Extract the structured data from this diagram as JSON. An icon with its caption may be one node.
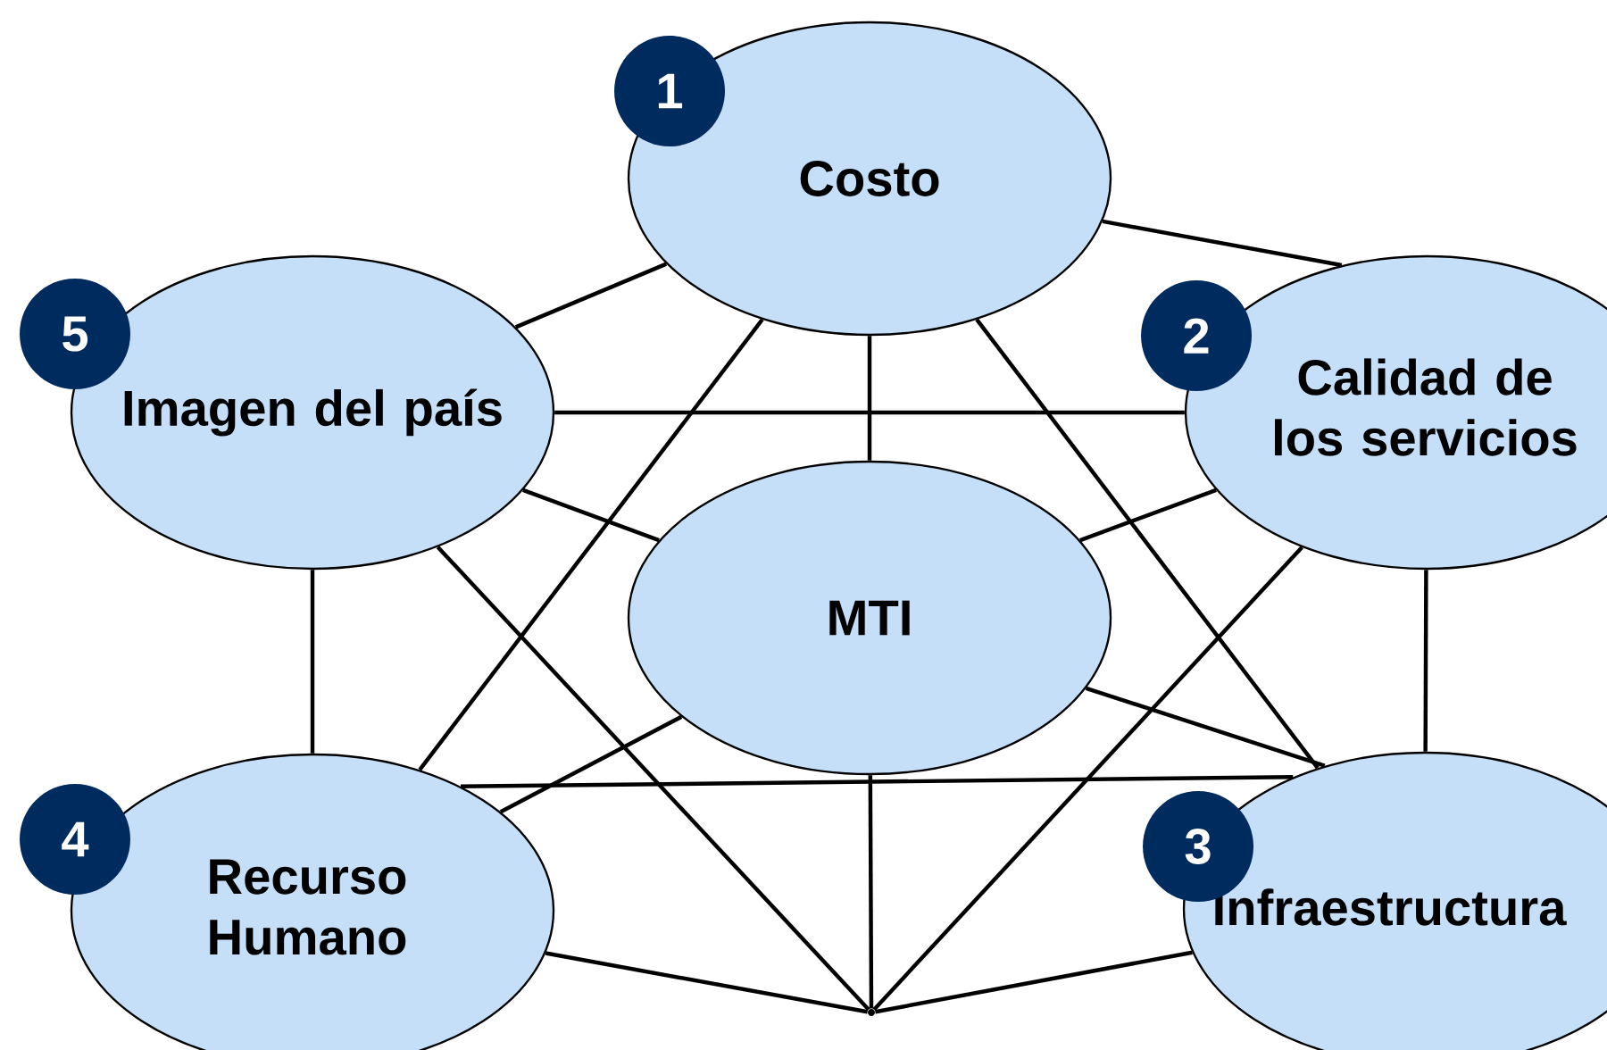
{
  "diagram": {
    "nodes": [
      {
        "text": [
          "1"
        ]
      },
      {
        "text": [
          "Costo"
        ]
      },
      {
        "text": [
          "5"
        ]
      },
      {
        "text": [
          "Imagen del país"
        ]
      },
      {
        "text": [
          "2"
        ]
      },
      {
        "text": [
          "Calidad de los servicios"
        ]
      },
      {
        "text": [
          "MTI"
        ]
      },
      {
        "text": [
          "4"
        ]
      },
      {
        "text": [
          "Recurso Humano"
        ]
      },
      {
        "text": [
          "3"
        ]
      },
      {
        "text": [
          "Infraestructura"
        ]
      },
      {
        "text": [],
        "shape": "point"
      }
    ],
    "edges": [
      {
        "from": 1,
        "to": 3,
        "arrow": "none"
      },
      {
        "from": 1,
        "to": 5,
        "arrow": "none"
      },
      {
        "from": 1,
        "to": 6,
        "arrow": "none"
      },
      {
        "from": 1,
        "to": 8,
        "arrow": "none"
      },
      {
        "from": 1,
        "to": 10,
        "arrow": "none"
      },
      {
        "from": 3,
        "to": 5,
        "arrow": "none"
      },
      {
        "from": 3,
        "to": 6,
        "arrow": "none"
      },
      {
        "from": 3,
        "to": 8,
        "arrow": "none"
      },
      {
        "from": 3,
        "to": 11,
        "arrow": "none"
      },
      {
        "from": 5,
        "to": 6,
        "arrow": "none"
      },
      {
        "from": 5,
        "to": 10,
        "arrow": "none"
      },
      {
        "from": 5,
        "to": 11,
        "arrow": "none"
      },
      {
        "from": 6,
        "to": 8,
        "arrow": "none"
      },
      {
        "from": 6,
        "to": 10,
        "arrow": "none"
      },
      {
        "from": 6,
        "to": 11,
        "arrow": "none"
      },
      {
        "from": 8,
        "to": 10,
        "arrow": "none"
      },
      {
        "from": 8,
        "to": 11,
        "arrow": "none"
      },
      {
        "from": 10,
        "to": 11,
        "arrow": "none"
      }
    ]
  }
}
